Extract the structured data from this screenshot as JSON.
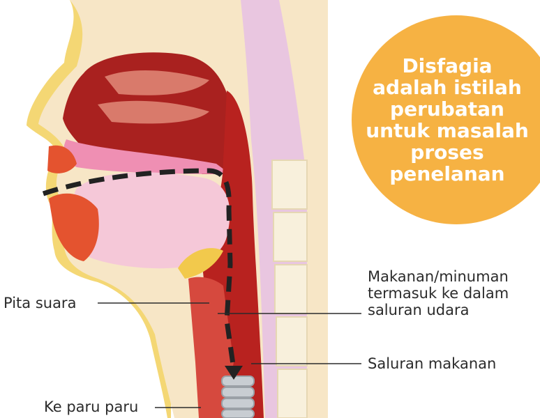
{
  "callout": {
    "text": "Disfagia\nadalah istilah\nperubatan\nuntuk masalah\nproses\npenelanan",
    "color": "#f6b243"
  },
  "labels": {
    "vocal_cords": "Pita suara",
    "airway_entry": "Makanan/minuman\ntermasuk ke dalam\nsaluran udara",
    "esophagus": "Saluran makanan",
    "to_lungs": "Ke paru paru"
  },
  "colors": {
    "skin": "#f4d774",
    "flesh": "#f7e6c6",
    "cavity": "#a9211f",
    "tongue": "#f5c8d8",
    "pink": "#ef8fb3",
    "spine": "#f8f0dc",
    "trachea": "#c8cdd2"
  }
}
